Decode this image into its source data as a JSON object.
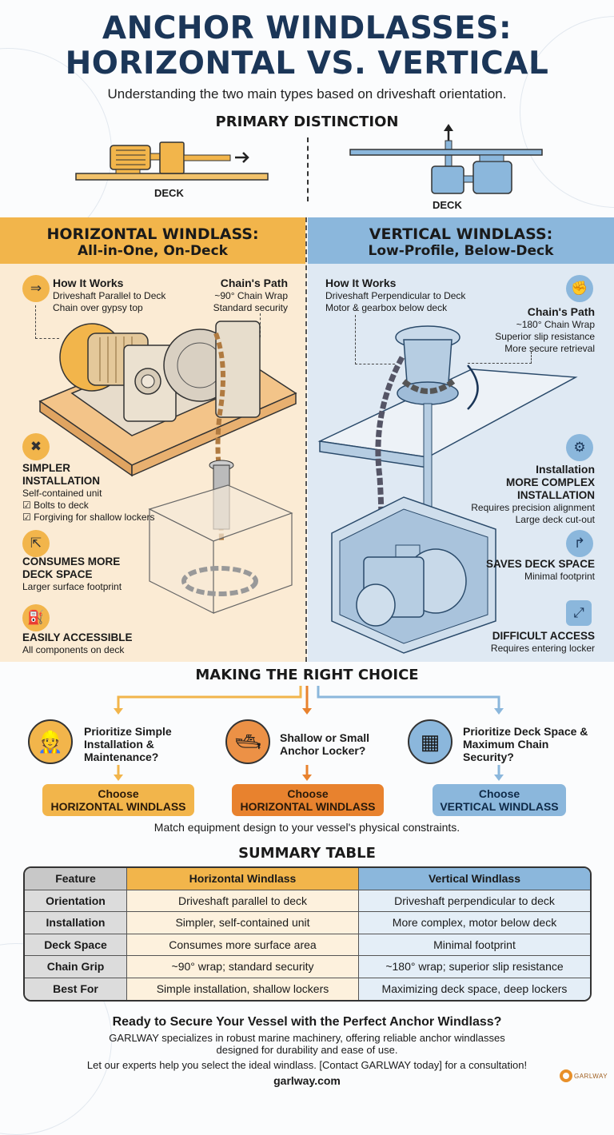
{
  "header": {
    "title_line1": "ANCHOR WINDLASSES:",
    "title_line2": "HORIZONTAL VS. VERTICAL",
    "subtitle": "Understanding the two main types based on driveshaft orientation."
  },
  "primary_distinction": {
    "title": "PRIMARY DISTINCTION",
    "left_label": "DECK",
    "right_label": "DECK"
  },
  "colors": {
    "title_navy": "#1b3658",
    "horizontal_orange": "#f2b54b",
    "horizontal_bg": "#fbebd4",
    "vertical_blue": "#8bb7dc",
    "vertical_bg": "#dfe9f3",
    "accent_dark_orange": "#e8822e"
  },
  "horizontal": {
    "title": "HORIZONTAL WINDLASS:",
    "subtitle": "All-in-One, On-Deck",
    "how_it_works": {
      "heading": "How It Works",
      "lines": [
        "Driveshaft Parallel to Deck",
        "Chain over gypsy top"
      ],
      "icon": "double-arrow-right-icon"
    },
    "chain_path": {
      "heading": "Chain's Path",
      "lines": [
        "~90° Chain Wrap",
        "Standard security"
      ]
    },
    "installation": {
      "heading": "SIMPLER INSTALLATION",
      "desc": "Self-contained unit",
      "checks": [
        "Bolts to deck",
        "Forgiving for shallow lockers"
      ],
      "icon": "tools-icon"
    },
    "space": {
      "heading": "CONSUMES MORE DECK SPACE",
      "desc": "Larger surface footprint",
      "icon": "resize-icon"
    },
    "access": {
      "heading": "EASILY ACCESSIBLE",
      "desc": "All components on deck",
      "icon": "oil-can-icon"
    }
  },
  "vertical": {
    "title": "VERTICAL WINDLASS:",
    "subtitle": "Low-Profile, Below-Deck",
    "how_it_works": {
      "heading": "How It Works",
      "lines": [
        "Driveshaft Perpendicular to Deck",
        "Motor & gearbox below deck"
      ]
    },
    "chain_path": {
      "heading": "Chain's Path",
      "lines": [
        "~180° Chain Wrap",
        "Superior slip resistance",
        "More secure retrieval"
      ],
      "icon": "fist-icon"
    },
    "installation": {
      "heading_small": "Installation",
      "heading": "MORE COMPLEX INSTALLATION",
      "lines": [
        "Requires precision alignment",
        "Large deck cut-out"
      ],
      "icon": "gear-icon"
    },
    "space": {
      "heading": "SAVES DECK SPACE",
      "desc": "Minimal footprint",
      "icon": "axes-icon"
    },
    "access": {
      "heading": "DIFFICULT ACCESS",
      "desc": "Requires entering locker",
      "icon": "compress-icon"
    }
  },
  "choice": {
    "title": "MAKING THE RIGHT CHOICE",
    "options": [
      {
        "question": "Prioritize Simple Installation & Maintenance?",
        "choose": "Choose",
        "result": "HORIZONTAL WINDLASS",
        "icon": "mechanic-icon"
      },
      {
        "question": "Shallow or Small Anchor Locker?",
        "choose": "Choose",
        "result": "HORIZONTAL WINDLASS",
        "icon": "boat-icon"
      },
      {
        "question": "Prioritize Deck Space & Maximum Chain Security?",
        "choose": "Choose",
        "result": "VERTICAL WINDLASS",
        "icon": "deck-platform-icon"
      }
    ],
    "footer": "Match equipment design to your vessel's physical constraints."
  },
  "summary_table": {
    "title": "SUMMARY TABLE",
    "headers": [
      "Feature",
      "Horizontal Windlass",
      "Vertical Windlass"
    ],
    "rows": [
      [
        "Orientation",
        "Driveshaft parallel to deck",
        "Driveshaft perpendicular to deck"
      ],
      [
        "Installation",
        "Simpler, self-contained unit",
        "More complex, motor below deck"
      ],
      [
        "Deck Space",
        "Consumes more surface area",
        "Minimal footprint"
      ],
      [
        "Chain Grip",
        "~90° wrap; standard security",
        "~180° wrap; superior slip resistance"
      ],
      [
        "Best For",
        "Simple installation, shallow lockers",
        "Maximizing deck space, deep lockers"
      ]
    ]
  },
  "cta": {
    "heading": "Ready to Secure Your Vessel with the Perfect Anchor Windlass?",
    "body_line1": "GARLWAY specializes in robust marine machinery, offering reliable anchor windlasses",
    "body_line2": "designed for durability and ease of use.",
    "contact_line": "Let our experts help you select the ideal windlass. [Contact GARLWAY today] for a consultation!",
    "url": "garlway.com",
    "logo_text": "GARLWAY"
  }
}
